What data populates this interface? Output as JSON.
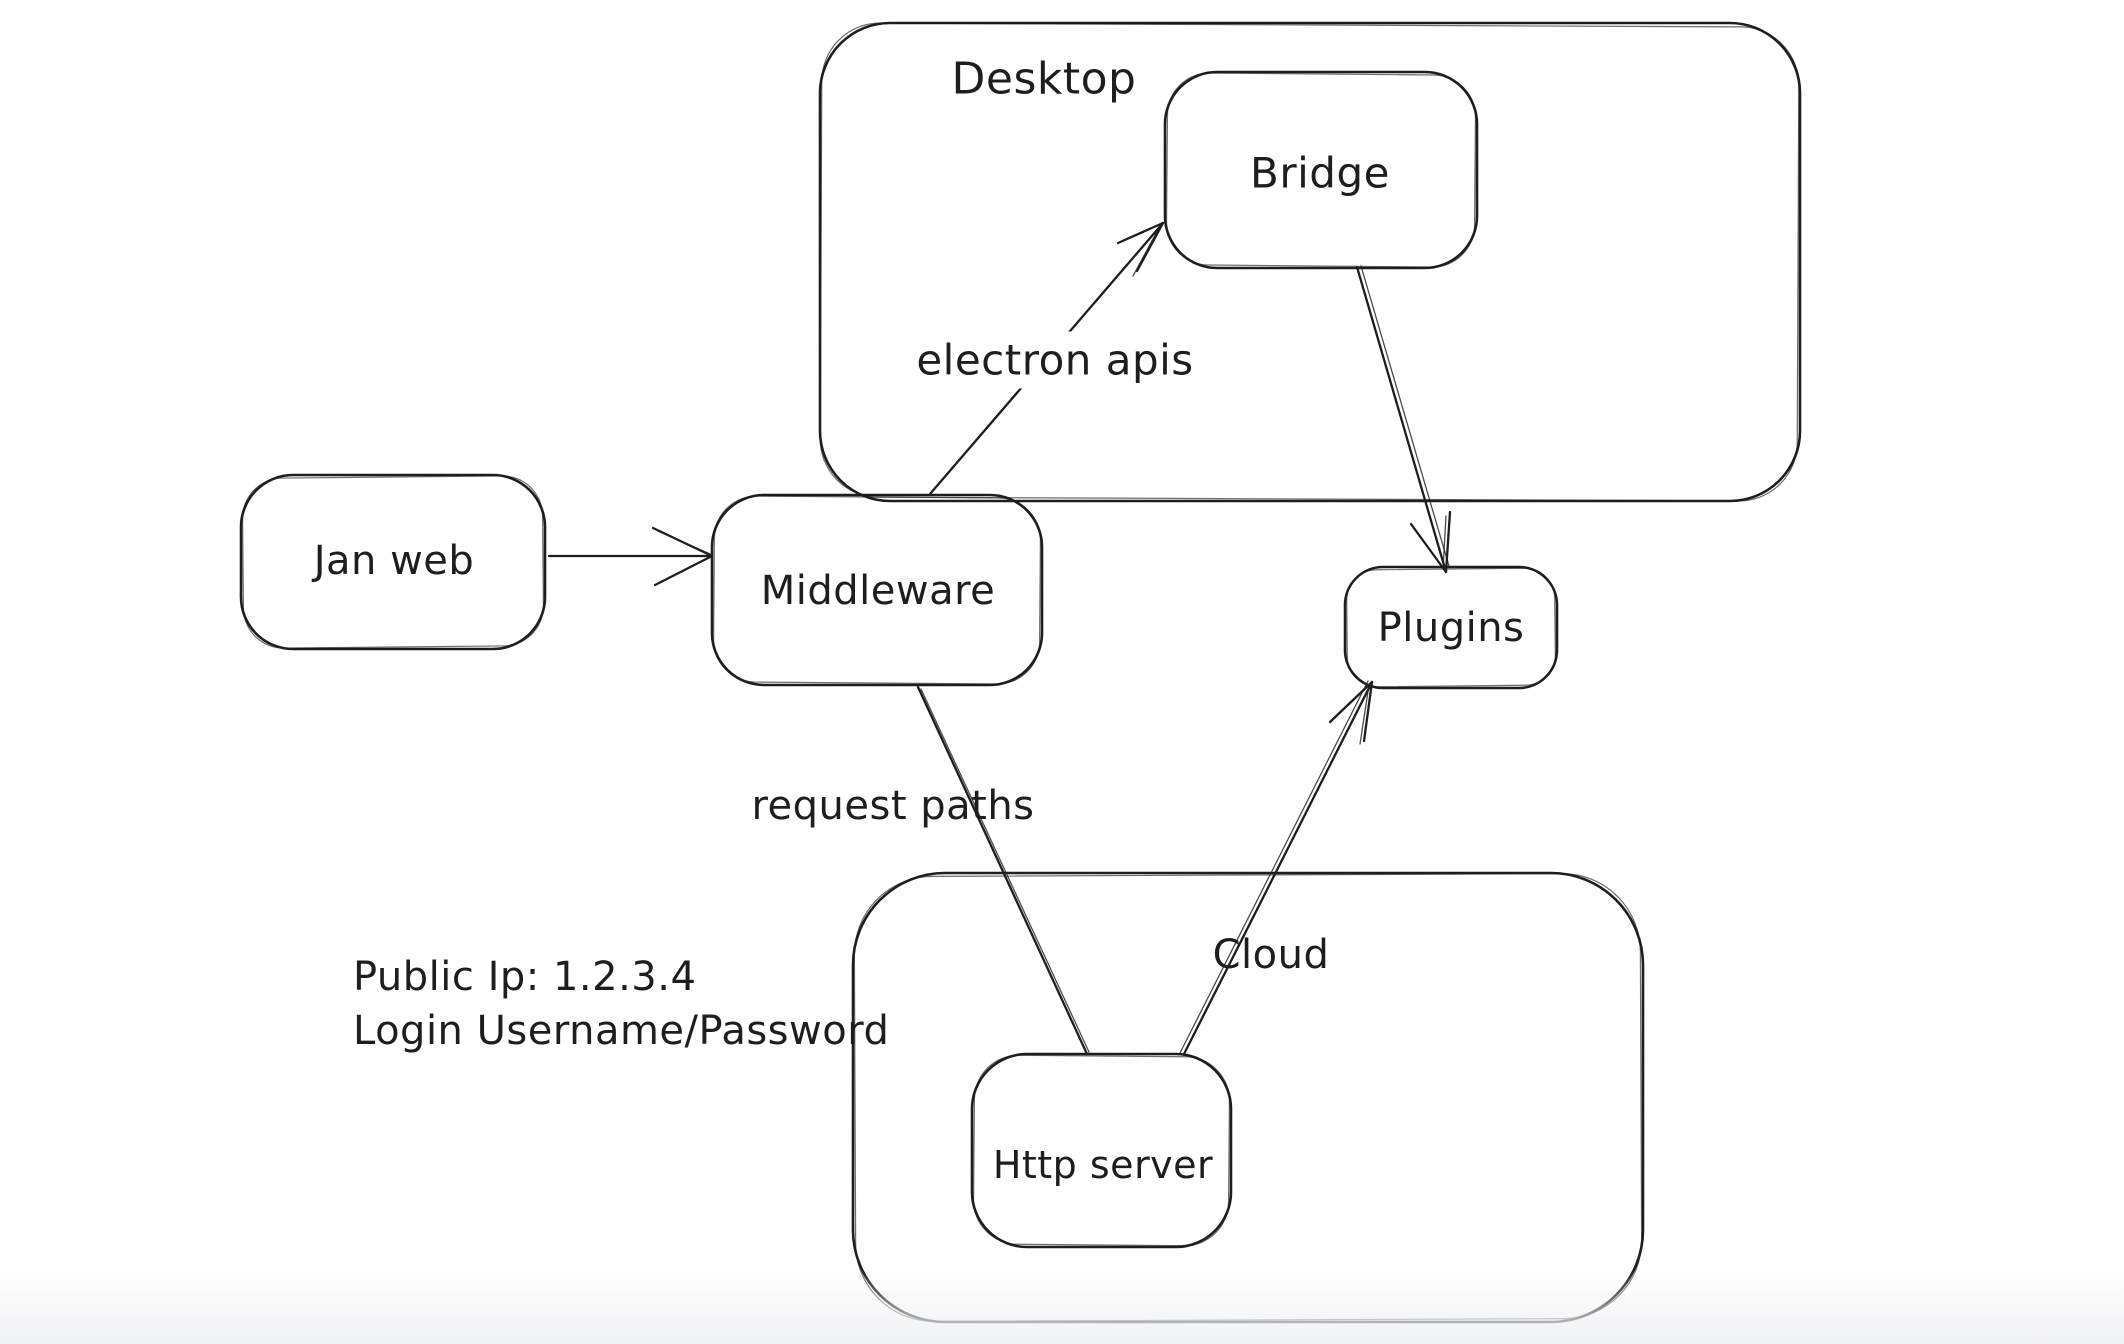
{
  "canvas": {
    "background": "#ffffff",
    "stroke_color": "#1e1e1e",
    "style": "hand-drawn whiteboard (excalidraw-like)"
  },
  "nodes": {
    "desktop": {
      "label": "Desktop",
      "type": "container"
    },
    "bridge": {
      "label": "Bridge",
      "type": "box",
      "inside": "desktop"
    },
    "jan_web": {
      "label": "Jan web",
      "type": "box"
    },
    "middleware": {
      "label": "Middleware",
      "type": "box"
    },
    "plugins": {
      "label": "Plugins",
      "type": "box"
    },
    "cloud": {
      "label": "Cloud",
      "type": "container"
    },
    "http_server": {
      "label": "Http server",
      "type": "box",
      "inside": "cloud"
    }
  },
  "edges": {
    "jan_web_to_middleware": {
      "from": "jan_web",
      "to": "middleware",
      "label": "",
      "arrowhead": "end"
    },
    "middleware_to_bridge": {
      "from": "middleware",
      "to": "bridge",
      "label": "electron apis",
      "arrowhead": "end"
    },
    "bridge_to_plugins": {
      "from": "bridge",
      "to": "plugins",
      "label": "",
      "arrowhead": "end"
    },
    "middleware_to_http_server": {
      "from": "middleware",
      "to": "http_server",
      "label": "request paths",
      "arrowhead": "none"
    },
    "http_server_to_plugins": {
      "from": "http_server",
      "to": "plugins",
      "label": "",
      "arrowhead": "end"
    }
  },
  "annotation": {
    "line1": "Public Ip: 1.2.3.4",
    "line2": "Login Username/Password"
  }
}
